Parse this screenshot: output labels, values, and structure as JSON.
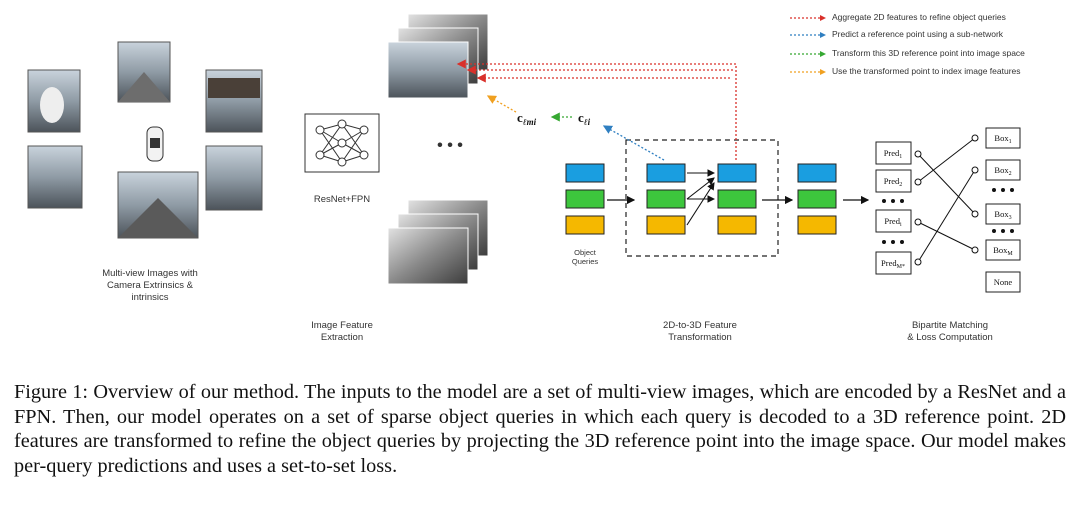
{
  "figure": {
    "labels": {
      "multiview": [
        "Multi-view Images with",
        "Camera Extrinsics &",
        "intrinsics"
      ],
      "resnet": "ResNet+FPN",
      "feature_extraction": [
        "Image Feature",
        "Extraction"
      ],
      "object_queries": [
        "Object",
        "Queries"
      ],
      "transformation": [
        "2D-to-3D Feature",
        "Transformation"
      ],
      "matching": [
        "Bipartite Matching",
        "& Loss Computation"
      ],
      "ellipsis": "• • •",
      "c_lmi": "c",
      "c_lmi_sub": "ℓmi",
      "c_li": "c",
      "c_li_sub": "ℓi"
    },
    "legend": [
      {
        "text": "Aggregate 2D features to refine object queries",
        "color": "#d9302a"
      },
      {
        "text": "Predict a reference point using a sub-network",
        "color": "#2f7fc1"
      },
      {
        "text": "Transform this 3D reference point into image space",
        "color": "#36a832"
      },
      {
        "text": "Use the transformed point to index image features",
        "color": "#f0a020"
      }
    ],
    "preds": [
      {
        "base": "Pred",
        "sub": "1"
      },
      {
        "base": "Pred",
        "sub": "2"
      },
      {
        "base": "Pred",
        "sub": "i"
      },
      {
        "base": "Pred",
        "sub": "M*"
      }
    ],
    "boxes": [
      {
        "base": "Box",
        "sub": "1"
      },
      {
        "base": "Box",
        "sub": "2"
      },
      {
        "base": "Box",
        "sub": "3"
      },
      {
        "base": "Box",
        "sub": "M"
      },
      {
        "base": "None",
        "sub": ""
      }
    ],
    "colors": {
      "query_blue": "#1a9ee0",
      "query_green": "#3dc63d",
      "query_yellow": "#f5b800",
      "red_arrow": "#d9302a",
      "blue_arrow": "#2f7fc1",
      "green_arrow": "#36a832",
      "orange_arrow": "#f0a020"
    }
  },
  "caption": "Figure 1: Overview of our method. The inputs to the model are a set of multi-view images, which are encoded by a ResNet and a FPN. Then, our model operates on a set of sparse object queries in which each query is decoded to a 3D reference point. 2D features are transformed to refine the object queries by projecting the 3D reference point into the image space. Our model makes per-query predictions and uses a set-to-set loss."
}
